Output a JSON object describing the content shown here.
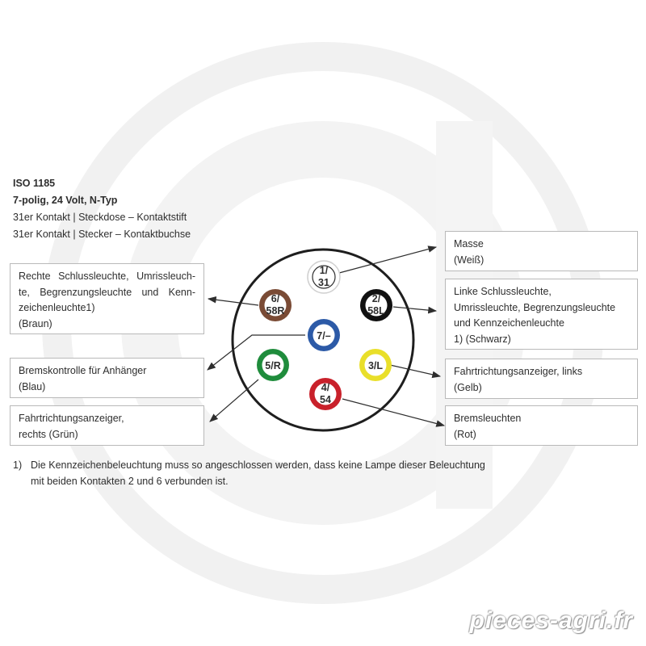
{
  "header": {
    "title": "ISO 1185",
    "subtitle": "7-polig, 24 Volt, N-Typ",
    "line1": "31er Kontakt | Steckdose – Kontaktstift",
    "line2": "31er Kontakt | Stecker – Kontaktbuchse"
  },
  "pins": [
    {
      "id": "1",
      "top": "1/",
      "bottom": "31",
      "ring_color": "#ffffff"
    },
    {
      "id": "2",
      "top": "2/",
      "bottom": "58L",
      "ring_color": "#111111"
    },
    {
      "id": "3",
      "top": "3/L",
      "bottom": "",
      "ring_color": "#e9df2a"
    },
    {
      "id": "4",
      "top": "4/",
      "bottom": "54",
      "ring_color": "#c9212b"
    },
    {
      "id": "5",
      "top": "5/R",
      "bottom": "",
      "ring_color": "#1f8c3c"
    },
    {
      "id": "6",
      "top": "6/",
      "bottom": "58R",
      "ring_color": "#7a4b35"
    },
    {
      "id": "7",
      "top": "7/–",
      "bottom": "",
      "ring_color": "#2c5aa7"
    }
  ],
  "labels": {
    "masse": {
      "lines": [
        "Masse",
        "(Weiß)"
      ]
    },
    "links_schluss": {
      "lines": [
        "Linke Schlussleuchte,",
        "Umrissleuchte, Begrenzungsleuchte",
        "und Kennzeichenleuchte",
        "1) (Schwarz)"
      ]
    },
    "fahrt_links": {
      "lines": [
        "Fahrtrichtungsanzeiger, links",
        "(Gelb)"
      ]
    },
    "brems": {
      "lines": [
        "Bremsleuchten",
        "(Rot)"
      ]
    },
    "rechts_schluss": {
      "lines": [
        "Rechte Schlussleuchte, Umrissleuch-",
        "te, Begrenzungsleuchte und Kenn-",
        "zeichenleuchte1)",
        "(Braun)"
      ]
    },
    "bremskontrolle": {
      "lines": [
        "Bremskontrolle für Anhänger",
        "(Blau)"
      ]
    },
    "fahrt_rechts": {
      "lines": [
        "Fahrtrichtungsanzeiger,",
        "rechts (Grün)"
      ]
    }
  },
  "footnote": {
    "number": "1)",
    "line1": "Die Kennzeichenbeleuchtung muss so angeschlossen werden, dass keine Lampe dieser Beleuchtung",
    "line2": "mit beiden Kontakten 2 und 6 verbunden ist."
  },
  "watermark": {
    "text": "pieces-agri.fr"
  }
}
